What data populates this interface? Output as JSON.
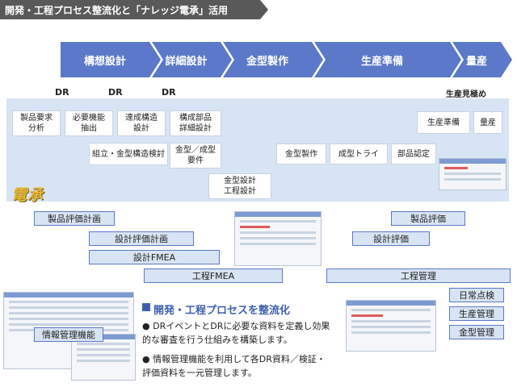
{
  "header": {
    "title": "開発・工程プロセス整流化と「ナレッジ電承」活用"
  },
  "phases": [
    "構想設計",
    "詳細設計",
    "金型製作",
    "生産準備",
    "量産"
  ],
  "milestones": {
    "dr": "DR",
    "mass_production_check": "生産見極め"
  },
  "process_boxes": {
    "product_requirements": "製品要求\n分析",
    "function_extraction": "必要機能\n抽出",
    "structure_design": "達成構造\n設計",
    "component_detail_design": "構成部品\n詳細設計",
    "assembly_mold_review": "組立・金型構造検討",
    "mold_molding_requirements": "金型／成型\n要件",
    "mold_process_design": "金型設計\n工程設計",
    "mold_making": "金型製作",
    "molding_trial": "成型トライ",
    "parts_approval": "部品認定",
    "production_prep": "生産準備",
    "mass_production": "量産"
  },
  "logo_text": "電承",
  "activities": {
    "product_eval_plan": "製品評価計画",
    "design_eval_plan": "設計評価計画",
    "design_fmea": "設計FMEA",
    "process_fmea": "工程FMEA",
    "product_eval": "製品評価",
    "design_eval": "設計評価",
    "process_management": "工程管理",
    "daily_inspection": "日常点検",
    "production_management": "生産管理",
    "mold_management": "金型管理"
  },
  "info_label": "情報管理機能",
  "section": {
    "title": "開発・工程プロセスを整流化",
    "bullets": [
      "DRイベントとDRに必要な資料を定義し効果的な審査を行う仕組みを構築します。",
      "情報管理機能を利用して各DR資料／検証・評価資料を一元管理します。"
    ]
  },
  "colors": {
    "phase": "#5b79c8",
    "band": "#d7e4f3",
    "marker": "#e8222b",
    "header": "#595959"
  }
}
